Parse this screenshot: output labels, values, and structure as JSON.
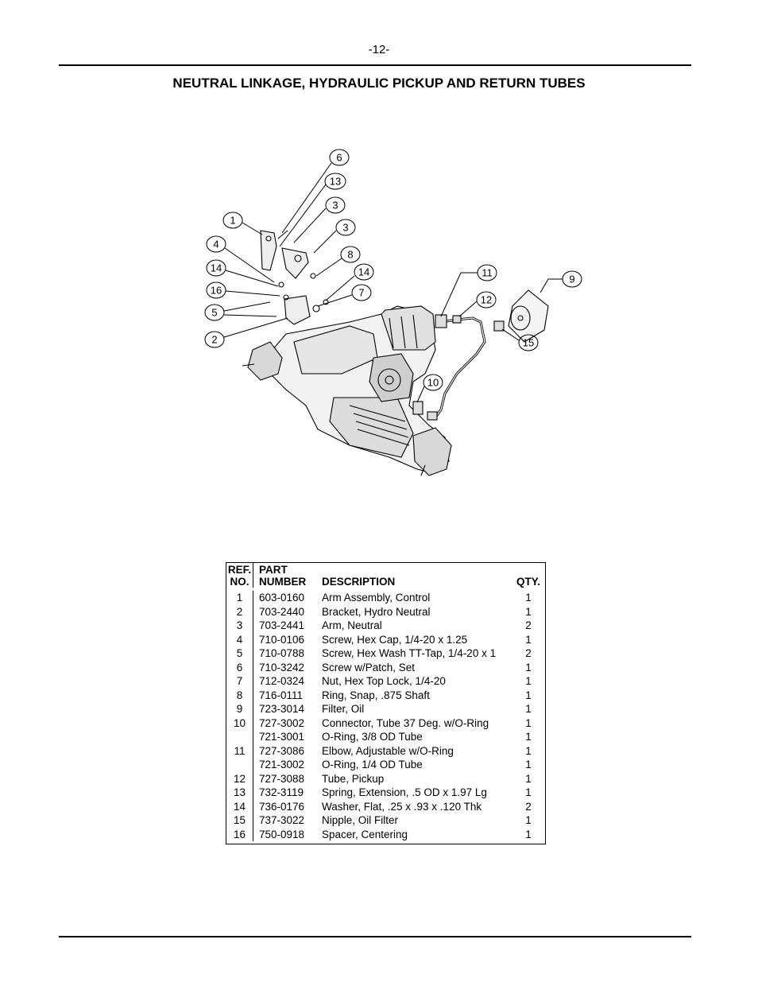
{
  "page_number": "-12-",
  "title": "NEUTRAL LINKAGE, HYDRAULIC PICKUP AND RETURN TUBES",
  "diagram": {
    "callouts": [
      "6",
      "13",
      "3",
      "1",
      "3",
      "4",
      "8",
      "14",
      "14",
      "7",
      "16",
      "5",
      "2",
      "11",
      "12",
      "9",
      "15",
      "10"
    ]
  },
  "table": {
    "headers": {
      "ref_line1": "REF.",
      "ref_line2": "NO.",
      "part_line1": "PART",
      "part_line2": "NUMBER",
      "description": "DESCRIPTION",
      "qty": "QTY."
    },
    "rows": [
      {
        "ref": "1",
        "part": "603-0160",
        "description": "Arm Assembly, Control",
        "qty": "1"
      },
      {
        "ref": "2",
        "part": "703-2440",
        "description": "Bracket, Hydro Neutral",
        "qty": "1"
      },
      {
        "ref": "3",
        "part": "703-2441",
        "description": "Arm, Neutral",
        "qty": "2"
      },
      {
        "ref": "4",
        "part": "710-0106",
        "description": "Screw, Hex Cap, 1/4-20 x 1.25",
        "qty": "1"
      },
      {
        "ref": "5",
        "part": "710-0788",
        "description": "Screw, Hex Wash TT-Tap, 1/4-20 x 1",
        "qty": "2"
      },
      {
        "ref": "6",
        "part": "710-3242",
        "description": "Screw w/Patch, Set",
        "qty": "1"
      },
      {
        "ref": "7",
        "part": "712-0324",
        "description": "Nut, Hex Top Lock, 1/4-20",
        "qty": "1"
      },
      {
        "ref": "8",
        "part": "716-0111",
        "description": "Ring, Snap, .875 Shaft",
        "qty": "1"
      },
      {
        "ref": "9",
        "part": "723-3014",
        "description": "Filter, Oil",
        "qty": "1"
      },
      {
        "ref": "10",
        "part": "727-3002",
        "description": "Connector, Tube 37 Deg. w/O-Ring",
        "qty": "1"
      },
      {
        "ref": "",
        "part": "721-3001",
        "description": "O-Ring, 3/8 OD Tube",
        "qty": "1"
      },
      {
        "ref": "11",
        "part": "727-3086",
        "description": "Elbow, Adjustable w/O-Ring",
        "qty": "1"
      },
      {
        "ref": "",
        "part": "721-3002",
        "description": "O-Ring, 1/4 OD Tube",
        "qty": "1"
      },
      {
        "ref": "12",
        "part": "727-3088",
        "description": "Tube, Pickup",
        "qty": "1"
      },
      {
        "ref": "13",
        "part": "732-3119",
        "description": "Spring, Extension, .5 OD x 1.97 Lg",
        "qty": "1"
      },
      {
        "ref": "14",
        "part": "736-0176",
        "description": "Washer, Flat, .25 x .93 x .120 Thk",
        "qty": "2"
      },
      {
        "ref": "15",
        "part": "737-3022",
        "description": "Nipple, Oil Filter",
        "qty": "1"
      },
      {
        "ref": "16",
        "part": "750-0918",
        "description": "Spacer, Centering",
        "qty": "1"
      }
    ]
  }
}
